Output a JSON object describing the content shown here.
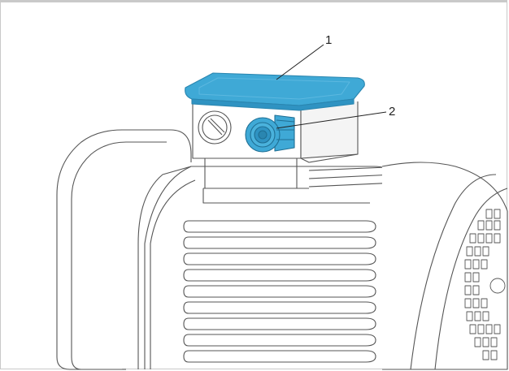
{
  "callouts": [
    {
      "number": "1",
      "target": "terminal-box-cover"
    },
    {
      "number": "2",
      "target": "cable-gland"
    }
  ],
  "colors": {
    "highlight": "#3fa9d6",
    "highlight_dark": "#2a86b0",
    "outline": "#555555",
    "frame": "#c9c9c9"
  }
}
